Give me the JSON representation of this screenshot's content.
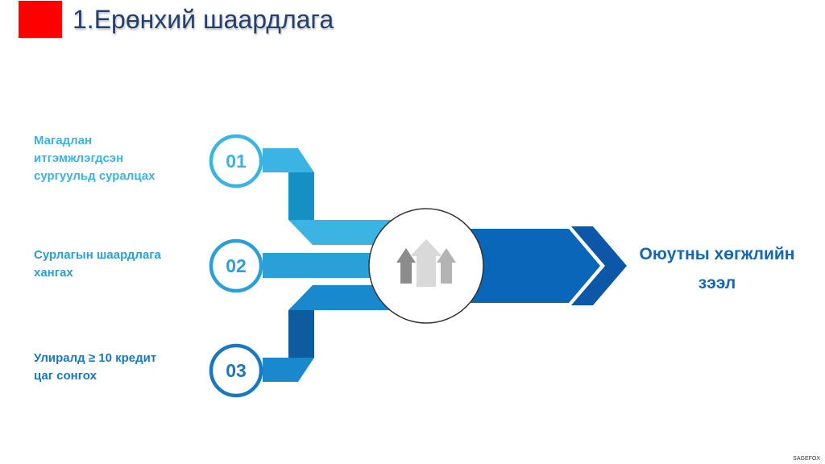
{
  "slide": {
    "title": "1.Ерөнхий шаардлага",
    "watermark": "SAGEFOX"
  },
  "steps": [
    {
      "number": "01",
      "lines": [
        "Магадлан",
        "итгэмжлэгдсэн",
        "сургуульд суралцах"
      ]
    },
    {
      "number": "02",
      "lines": [
        "Сурлагын шаардлага",
        "хангах"
      ]
    },
    {
      "number": "03",
      "lines": [
        "Улиралд ≥ 10 кредит",
        "цаг сонгох"
      ]
    }
  ],
  "result": {
    "lines": [
      "Оюутны хөгжлийн",
      "зээл"
    ]
  },
  "colors": {
    "accent_red": "#ff0000",
    "title": "#24406c",
    "light_blue": "#3bb3e3",
    "mid_blue": "#2a9fd8",
    "dark_blue": "#1a78c1",
    "arrow_blue": "#0a66b8",
    "icon_gray": "#9e9e9e"
  },
  "icons": {
    "center": "up-arrows-icon"
  }
}
